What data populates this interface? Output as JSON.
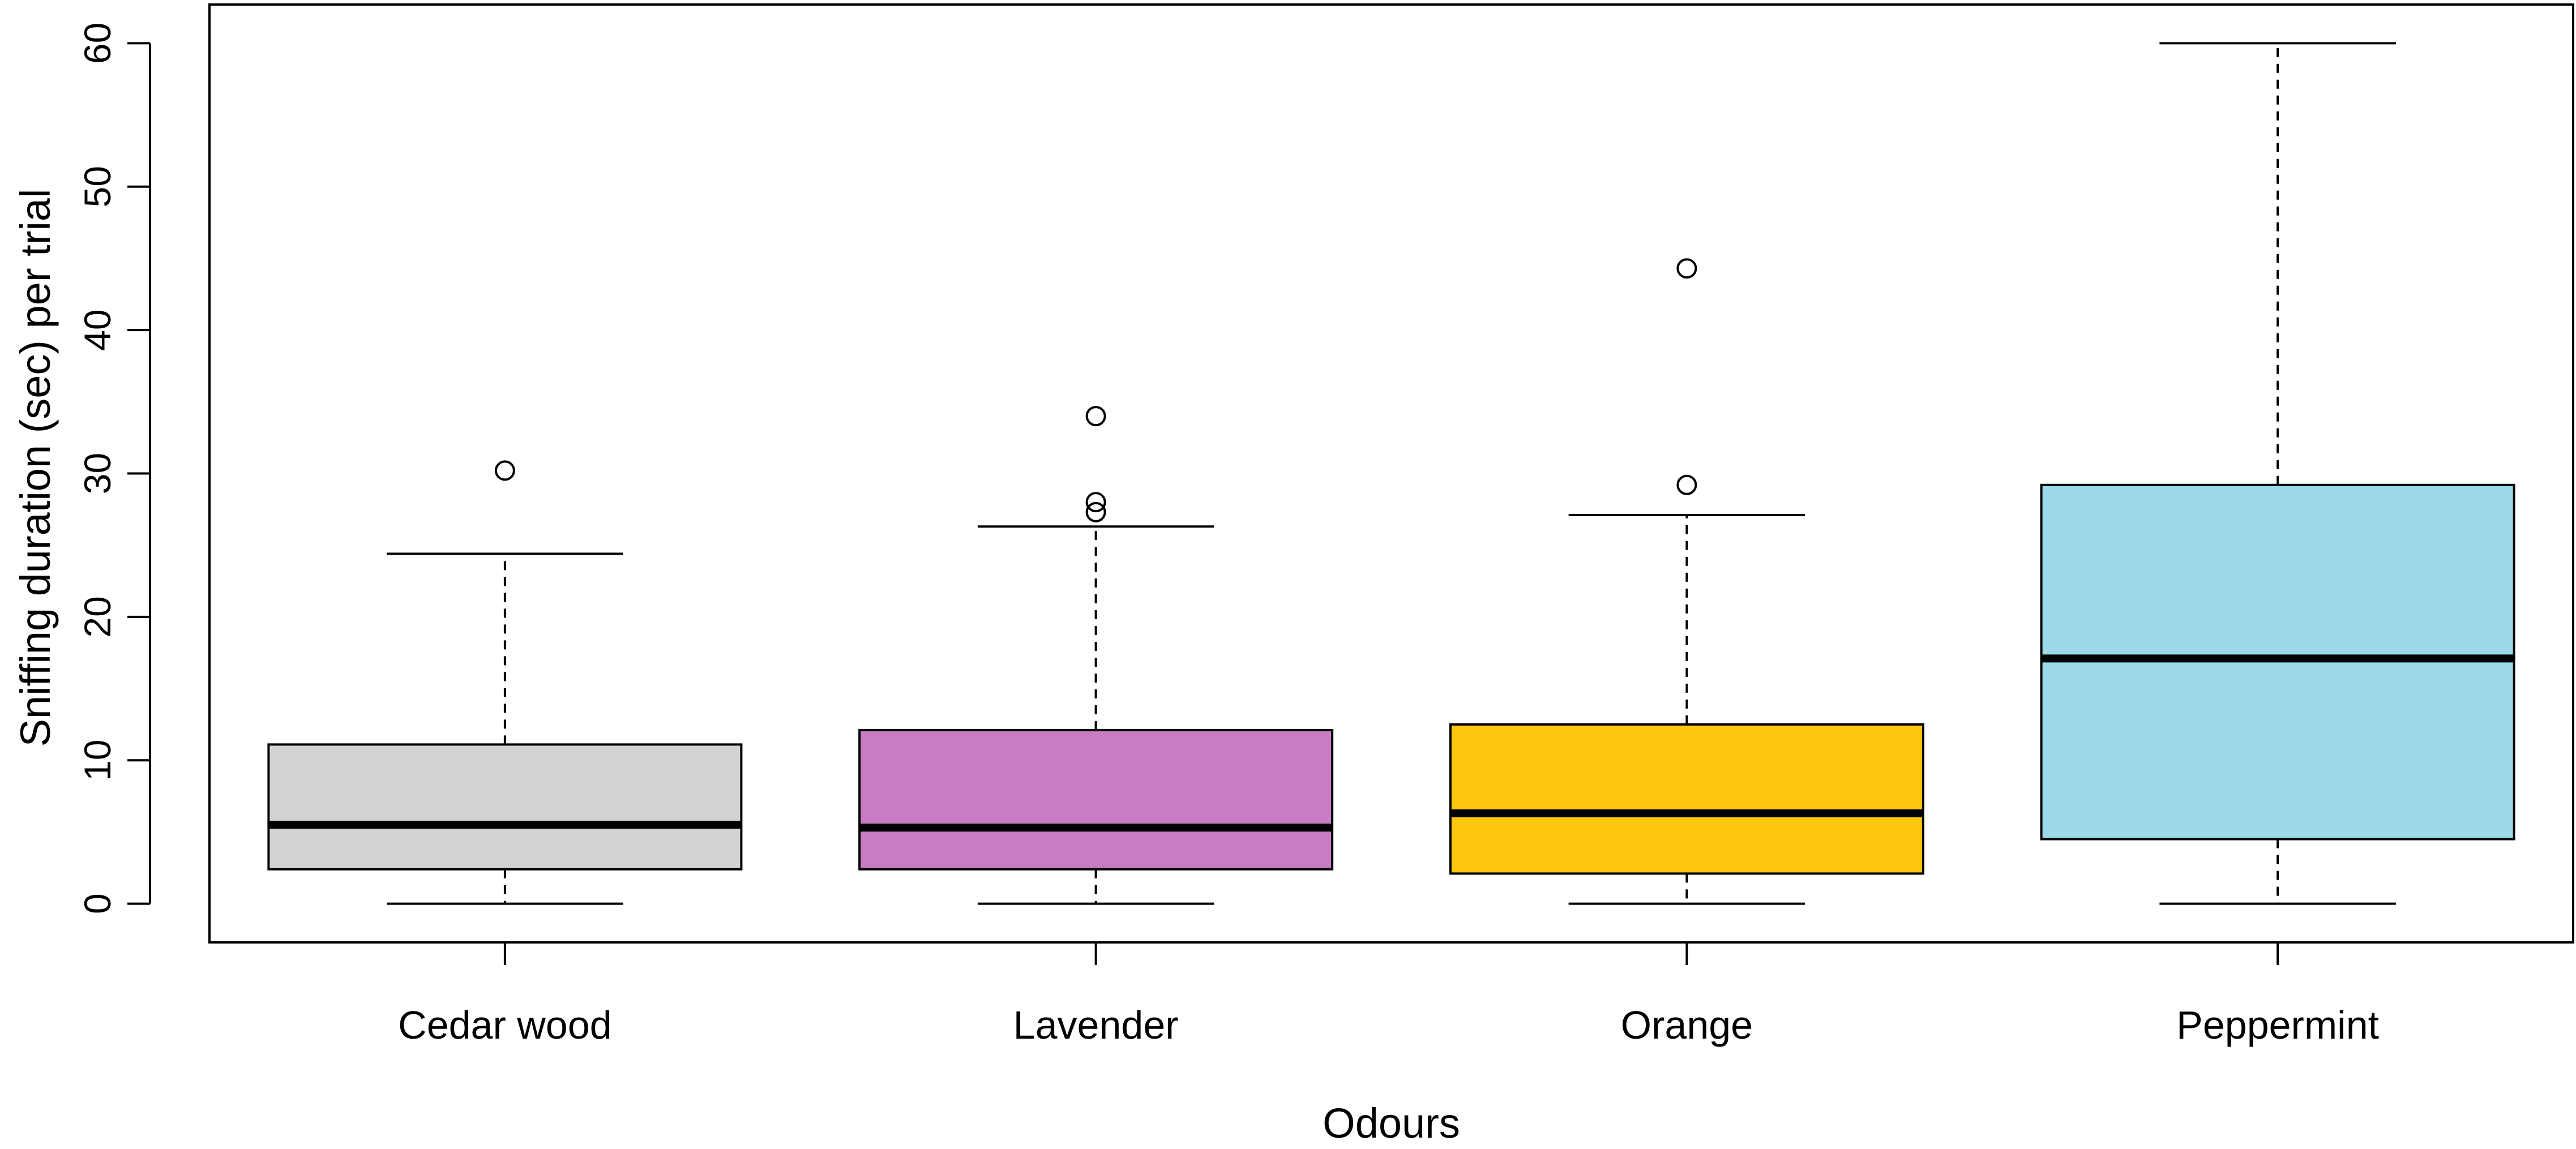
{
  "chart_data": {
    "type": "boxplot",
    "xlabel": "Odours",
    "ylabel": "Sniffing duration (sec) per trial",
    "ylim": [
      -2.7,
      62.7
    ],
    "yticks": [
      0,
      10,
      20,
      30,
      40,
      50,
      60
    ],
    "ytick_labels": [
      "0",
      "10",
      "20",
      "30",
      "40",
      "50",
      "60"
    ],
    "grid": false,
    "legend": "none",
    "categories": [
      "Cedar wood",
      "Lavender",
      "Orange",
      "Peppermint"
    ],
    "series": [
      {
        "category": "Cedar wood",
        "color": "#d3d3d3",
        "whisker_low": 0,
        "q1": 2.4,
        "median": 5.5,
        "q3": 11.1,
        "whisker_high": 24.4,
        "outliers": [
          30.2
        ]
      },
      {
        "category": "Lavender",
        "color": "#c87cc4",
        "whisker_low": 0,
        "q1": 2.4,
        "median": 5.3,
        "q3": 12.1,
        "whisker_high": 26.3,
        "outliers": [
          27.3,
          28.0,
          34.0
        ]
      },
      {
        "category": "Orange",
        "color": "#ffc60e",
        "whisker_low": 0,
        "q1": 2.1,
        "median": 6.3,
        "q3": 12.5,
        "whisker_high": 27.1,
        "outliers": [
          29.2,
          44.3
        ]
      },
      {
        "category": "Peppermint",
        "color": "#9cdaea",
        "whisker_low": 0,
        "q1": 4.5,
        "median": 17.1,
        "q3": 29.2,
        "whisker_high": 60.0,
        "outliers": []
      }
    ]
  }
}
